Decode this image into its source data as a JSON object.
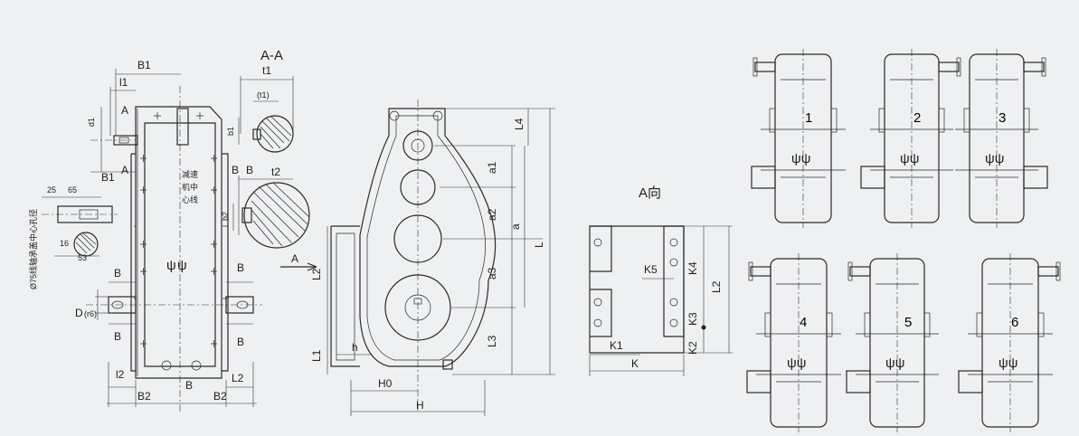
{
  "section_view": {
    "title": "A-A",
    "t1": "t1",
    "t1_paren": "(t1)",
    "b1": "b1",
    "t2": "t2",
    "b2": "b2",
    "B": "B"
  },
  "front_view": {
    "B1": "B1",
    "l1": "l1",
    "d1": "d1",
    "A": "A",
    "center_text": "减速\n机中\n心线",
    "shaft_note": "Ø75线轴承盖中心孔径",
    "dim_25": "25",
    "dim_65": "65",
    "dim_16": "16",
    "dim_53": "53",
    "D": "D",
    "D_sub": "(r6)",
    "B": "B",
    "l2": "l2",
    "L2": "L2",
    "B2": "B2"
  },
  "side_view": {
    "L4": "L4",
    "a1": "a1",
    "a2": "a2",
    "a": "a",
    "a3": "a3",
    "L": "L",
    "L3": "L3",
    "L2": "L2",
    "L1": "L1",
    "h": "h",
    "H0": "H0",
    "H": "H",
    "A": "A"
  },
  "foot_view": {
    "title": "A向",
    "K5": "K5",
    "K4": "K4",
    "L2": "L2",
    "K3": "K3",
    "K2": "K2",
    "K1": "K1",
    "K": "K"
  },
  "assembly_variants": [
    "1",
    "2",
    "3",
    "4",
    "5",
    "6"
  ]
}
